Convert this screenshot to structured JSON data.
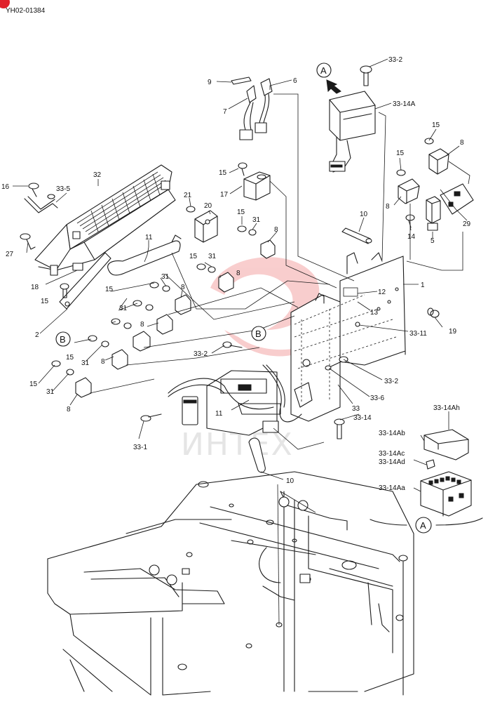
{
  "header": {
    "code": "YH02-01384",
    "badge_color": "#e0202a"
  },
  "watermark": {
    "text": "ИНТЕХ",
    "logo_color": "#f4a6a6"
  },
  "callouts": [
    {
      "id": "c9",
      "text": "9"
    },
    {
      "id": "c6",
      "text": "6"
    },
    {
      "id": "c7",
      "text": "7"
    },
    {
      "id": "c33_2a",
      "text": "33-2"
    },
    {
      "id": "c33_14A",
      "text": "33-14A"
    },
    {
      "id": "c15a",
      "text": "15"
    },
    {
      "id": "c8a",
      "text": "8"
    },
    {
      "id": "c15b",
      "text": "15"
    },
    {
      "id": "c8b",
      "text": "8"
    },
    {
      "id": "c29",
      "text": "29"
    },
    {
      "id": "c14",
      "text": "14"
    },
    {
      "id": "c5",
      "text": "5"
    },
    {
      "id": "c16",
      "text": "16"
    },
    {
      "id": "c33_5",
      "text": "33-5"
    },
    {
      "id": "c32",
      "text": "32"
    },
    {
      "id": "c15c",
      "text": "15"
    },
    {
      "id": "c17",
      "text": "17"
    },
    {
      "id": "c21",
      "text": "21"
    },
    {
      "id": "c20",
      "text": "20"
    },
    {
      "id": "c15d",
      "text": "15"
    },
    {
      "id": "c31a",
      "text": "31"
    },
    {
      "id": "c8c",
      "text": "8"
    },
    {
      "id": "c10a",
      "text": "10"
    },
    {
      "id": "c27",
      "text": "27"
    },
    {
      "id": "c11a",
      "text": "11"
    },
    {
      "id": "c15e",
      "text": "15"
    },
    {
      "id": "c31b",
      "text": "31"
    },
    {
      "id": "c8d",
      "text": "8"
    },
    {
      "id": "c18",
      "text": "18"
    },
    {
      "id": "c15f",
      "text": "15"
    },
    {
      "id": "c31c",
      "text": "31"
    },
    {
      "id": "c15g",
      "text": "15"
    },
    {
      "id": "c31d",
      "text": "31"
    },
    {
      "id": "c8e",
      "text": "8"
    },
    {
      "id": "c8f",
      "text": "8"
    },
    {
      "id": "c12",
      "text": "12"
    },
    {
      "id": "c1",
      "text": "1"
    },
    {
      "id": "c13",
      "text": "13"
    },
    {
      "id": "c19",
      "text": "19"
    },
    {
      "id": "c33_11",
      "text": "33-11"
    },
    {
      "id": "c2",
      "text": "2"
    },
    {
      "id": "c15h",
      "text": "15"
    },
    {
      "id": "c31e",
      "text": "31"
    },
    {
      "id": "c8g",
      "text": "8"
    },
    {
      "id": "c15i",
      "text": "15"
    },
    {
      "id": "c31f",
      "text": "31"
    },
    {
      "id": "c8h",
      "text": "8"
    },
    {
      "id": "c33_2b",
      "text": "33-2"
    },
    {
      "id": "c33_2c",
      "text": "33-2"
    },
    {
      "id": "c33_6",
      "text": "33-6"
    },
    {
      "id": "c11b",
      "text": "11"
    },
    {
      "id": "c33",
      "text": "33"
    },
    {
      "id": "c33_14",
      "text": "33-14"
    },
    {
      "id": "c33_1",
      "text": "33-1"
    },
    {
      "id": "c10b",
      "text": "10"
    },
    {
      "id": "c33_14Ah",
      "text": "33-14Ah"
    },
    {
      "id": "c33_14Ab",
      "text": "33-14Ab"
    },
    {
      "id": "c33_14Ac",
      "text": "33-14Ac"
    },
    {
      "id": "c33_14Ad",
      "text": "33-14Ad"
    },
    {
      "id": "c33_14Aa",
      "text": "33-14Aa"
    }
  ],
  "refs": [
    {
      "id": "refA_top",
      "text": "A"
    },
    {
      "id": "refB_left",
      "text": "B"
    },
    {
      "id": "refB_mid",
      "text": "B"
    },
    {
      "id": "refA_bottom",
      "text": "A"
    }
  ]
}
